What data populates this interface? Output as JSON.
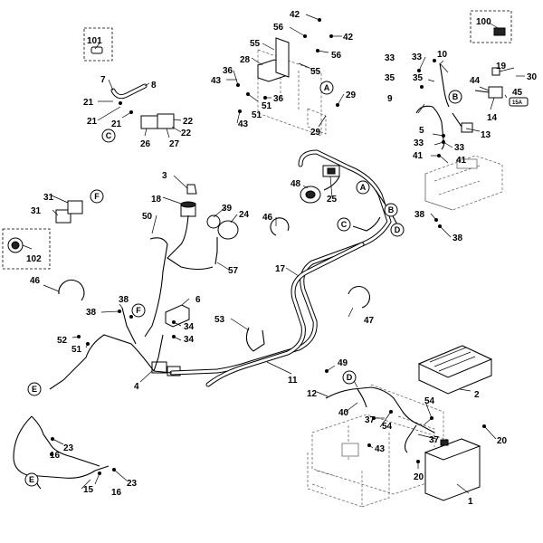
{
  "labels": {
    "n1": "1",
    "n2": "2",
    "n3": "3",
    "n4": "4",
    "n5": "5",
    "n6": "6",
    "n7": "7",
    "n8": "8",
    "n9": "9",
    "n10": "10",
    "n11": "11",
    "n12": "12",
    "n13": "13",
    "n14": "14",
    "n15": "15",
    "n16a": "16",
    "n16b": "16",
    "n17": "17",
    "n18": "18",
    "n19": "19",
    "n20a": "20",
    "n20b": "20",
    "n21a": "21",
    "n21b": "21",
    "n21c": "21",
    "n22a": "22",
    "n22b": "22",
    "n23a": "23",
    "n23b": "23",
    "n24": "24",
    "n25": "25",
    "n26": "26",
    "n27": "27",
    "n28": "28",
    "n29a": "29",
    "n29b": "29",
    "n30": "30",
    "n31a": "31",
    "n31b": "31",
    "n33a": "33",
    "n33b": "33",
    "n33c": "33",
    "n33d": "33",
    "n34a": "34",
    "n34b": "34",
    "n35a": "35",
    "n35b": "35",
    "n36a": "36",
    "n36b": "36",
    "n37a": "37",
    "n37b": "37",
    "n38a": "38",
    "n38b": "38",
    "n38c": "38",
    "n38d": "38",
    "n39": "39",
    "n40": "40",
    "n41a": "41",
    "n41b": "41",
    "n42a": "42",
    "n42b": "42",
    "n43a": "43",
    "n43b": "43",
    "n43c": "43",
    "n44": "44",
    "n45": "45",
    "n46a": "46",
    "n46b": "46",
    "n47": "47",
    "n48": "48",
    "n49": "49",
    "n50": "50",
    "n51a": "51",
    "n51b": "51",
    "n51c": "51",
    "n52": "52",
    "n53": "53",
    "n54a": "54",
    "n54b": "54",
    "n55a": "55",
    "n55b": "55",
    "n56a": "56",
    "n56b": "56",
    "n57": "57",
    "n100": "100",
    "n101": "101",
    "n102": "102"
  },
  "refs": {
    "A1": "A",
    "A2": "A",
    "B1": "B",
    "B2": "B",
    "C1": "C",
    "C2": "C",
    "D1": "D",
    "D2": "D",
    "E1": "E",
    "E2": "E",
    "F1": "F",
    "F2": "F"
  },
  "badge_15a": "15A"
}
